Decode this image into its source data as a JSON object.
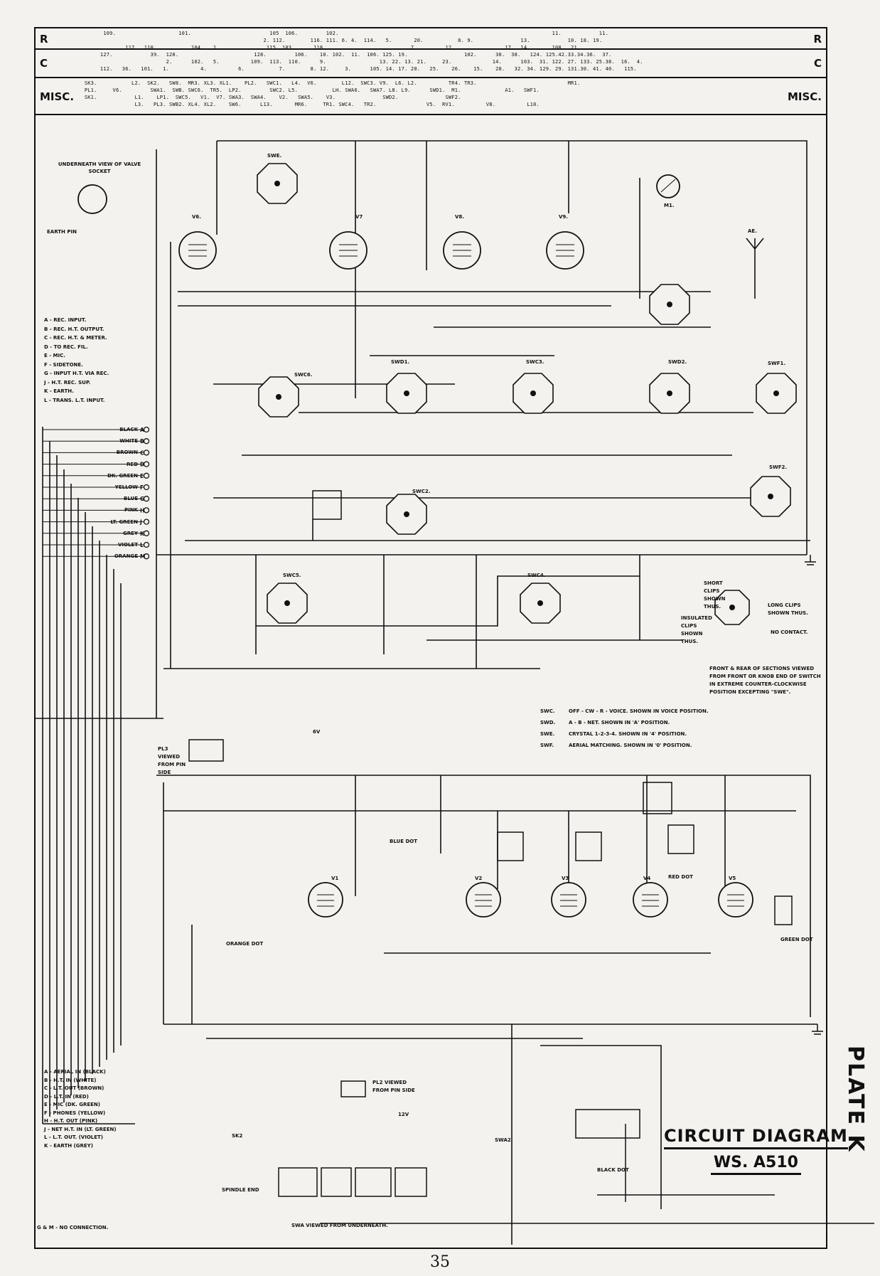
{
  "header": {
    "rows": [
      {
        "label": "R",
        "right_label": "R",
        "line1": "        109.                    101.                         105  106.         102.                                                                    11.            11.",
        "line2": "                                                           2. 112.        116. 111. 6. 4.  114.   5.       20.           8. 9.               13.            10. 18. 19.",
        "line3": "               117.  110.           104.   1.               115. 103.      118.                           7.         12.                17.  14.       108.  21."
      },
      {
        "label": "C",
        "right_label": "C",
        "line1": "       127.            39.  128.                        128.         106.    10. 102.  11.  106. 125. 19.                  102.      30.  38.   124. 125.42.33.34.36.  37.",
        "line2": "                            2.      102.   5.          109.  113.  110.      9.                 13. 22. 13. 21.     23.             14.      103.  31. 122. 27. 133. 25.38.  16.  4.",
        "line3": "       112.   36.   101.   1.          4.          6.           7.        8. 12.     3.      105. 14. 17. 20.   25.    26.    15.    28.   32. 34. 129. 29. 131.30. 41. 40.   115."
      },
      {
        "label": "MISC.",
        "right_label": "MISC.",
        "line1": "  SK3.           L2.  SK2.   SW8.  MR3. XL3. XL1.    PL2.   SWC1.   L4.  V6.        L12.  SWC3. V9.  L6. L2.          TR4. TR3.                             MR1.",
        "line2": "  PL1.     V6.         SWA1.  SWB. SWC6.  TR5.  LP2.         SWC2. L5.           LH. SWA6.   SWA7. L8. L9.      SWD1.  M1.              A1.   SWF1.",
        "line3": "  SK1.            L1.    LP1.  SWC5.   V1.  V7. SWA3.  SWA4.    V2.   SWA5.    V3.               SWD2.               SWF2.",
        "line4": "                  L3.   PL3. SWB2. XL4. XL2.    SW6.      L13.       MR6.     TR1. SWC4.   TR2.                V5.  RV1.          V8.          L10."
      }
    ]
  },
  "legend_top": {
    "title": "UNDERNEATH VIEW OF VALVE SOCKET",
    "earth_pin": "EARTH PIN",
    "items": [
      "A - REC. INPUT.",
      "B - REC. H.T. OUTPUT.",
      "C - REC. H.T. & METER.",
      "D - TO REC. FIL.",
      "E - MIC.",
      "F - SIDETONE.",
      "G - INPUT H.T. VIA REC.",
      "J - H.T. REC. SUP.",
      "K - EARTH.",
      "L - TRANS. L.T. INPUT."
    ],
    "wire_colors": [
      "BLACK",
      "WHITE",
      "BROWN",
      "RED",
      "DK. GREEN",
      "YELLOW",
      "BLUE",
      "PINK",
      "LT. GREEN",
      "GREY",
      "VIOLET",
      "ORANGE"
    ],
    "wire_letters": [
      "A",
      "B",
      "C",
      "D",
      "E",
      "F",
      "G",
      "H",
      "J",
      "K",
      "L",
      "M"
    ]
  },
  "legend_bottom": {
    "items": [
      "A - AERIAL IN (BLACK)",
      "B - H.T. IN (WHITE)",
      "C - L.T. OUT (BROWN)",
      "D - L.T. IN (RED)",
      "E - MIC (DK. GREEN)",
      "F - PHONES (YELLOW)",
      "H - H.T. OUT (PINK)",
      "J - NET H.T. IN (LT. GREEN)",
      "L - L.T. OUT. (VIOLET)",
      "K - EARTH (GREY)"
    ],
    "footnote": "G & M - NO CONNECTION."
  },
  "switch_notes": {
    "short_clips": "SHORT CLIPS SHOWN THUS.",
    "long_clips": "LONG CLIPS SHOWN THUS.",
    "insulated": "INSULATED CLIPS SHOWN THUS.",
    "no_contact": "NO CONTACT.",
    "sections_note": "FRONT & REAR OF SECTIONS VIEWED FROM FRONT OR KNOB END OF SWITCH IN EXTREME COUNTER-CLOCKWISE POSITION EXCEPTING \"SWE\".",
    "positions": [
      {
        "sw": "SWC.",
        "text": "OFF - CW - R - VOICE.  SHOWN IN VOICE POSITION."
      },
      {
        "sw": "SWD.",
        "text": "A - B - NET.  SHOWN IN 'A' POSITION."
      },
      {
        "sw": "SWE.",
        "text": "CRYSTAL 1-2-3-4.  SHOWN IN '4' POSITION."
      },
      {
        "sw": "SWF.",
        "text": "AERIAL MATCHING.  SHOWN IN '0' POSITION."
      }
    ]
  },
  "misc_labels": {
    "pl3_view": "PL3 VIEWED FROM PIN SIDE",
    "pl2_view": "PL2 VIEWED FROM PIN SIDE",
    "sk2": "SK2",
    "spindle": "SPINDLE END",
    "swa_view": "SWA VIEWED FROM UNDERNEATH.",
    "blue_dot": "BLUE DOT",
    "orange_dot": "ORANGE DOT",
    "red_dot": "RED DOT",
    "black_dot": "BLACK DOT",
    "green_dot": "GREEN DOT",
    "volts_6": "6V",
    "volts_12": "12V"
  },
  "components": {
    "valves_top": [
      "V6.",
      "V7",
      "V8.",
      "V9."
    ],
    "valves_bottom": [
      "V1",
      "V2",
      "V3",
      "V4",
      "V5"
    ],
    "switches": [
      "SWE.",
      "SWC6.",
      "SWD1.",
      "SWC3.",
      "SWD2.",
      "SWF1.",
      "SWF2.",
      "SWC5.",
      "SWC4.",
      "SWC2.",
      "SWA2."
    ],
    "meter": "M1.",
    "aerial": "AE."
  },
  "title": {
    "line1": "CIRCUIT DIAGRAM",
    "line2": "WS. A510"
  },
  "plate": "PLATE K",
  "page_number": "35"
}
